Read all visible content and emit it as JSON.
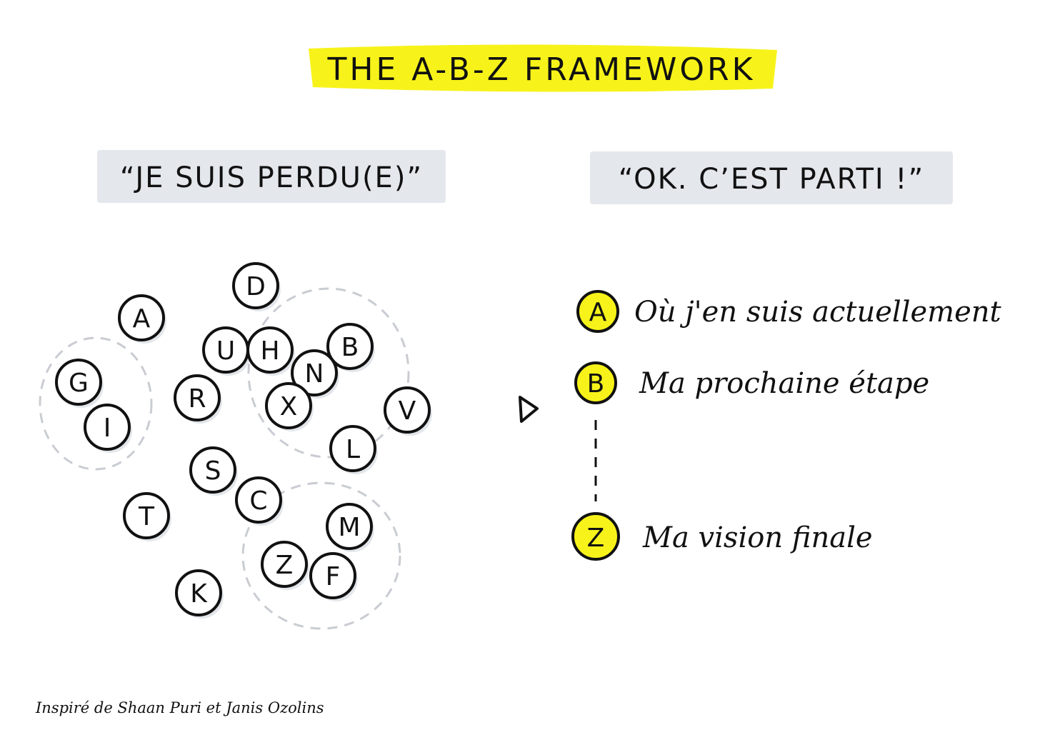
{
  "title": "THE A-B-Z FRAMEWORK",
  "left_heading": "“JE SUIS PERDU(E)”",
  "right_heading": "“OK. C’EST PARTI !”",
  "scattered_letters": [
    "D",
    "A",
    "G",
    "I",
    "U",
    "H",
    "B",
    "N",
    "X",
    "R",
    "V",
    "L",
    "S",
    "C",
    "T",
    "M",
    "Z",
    "F",
    "K"
  ],
  "steps": [
    {
      "letter": "A",
      "label": "Où j'en suis actuellement"
    },
    {
      "letter": "B",
      "label": "Ma prochaine étape"
    },
    {
      "letter": "Z",
      "label": "Ma vision finale"
    }
  ],
  "credit": "Inspiré de Shaan Puri et Janis Ozolins",
  "colors": {
    "highlight": "#f7f31a",
    "heading_bg": "#e4e7ec",
    "ink": "#111111",
    "dashed_group": "#c9ccd2",
    "shadow": "#e3e6ea"
  },
  "icons": {
    "arrow": "triangle-arrow-icon"
  }
}
